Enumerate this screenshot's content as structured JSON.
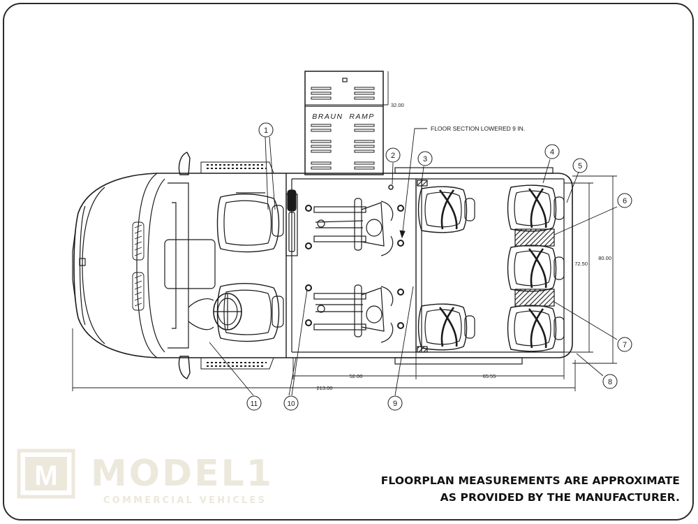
{
  "drawing": {
    "ramp_label": "BRAUN  RAMP",
    "floor_section_label": "FLOOR SECTION LOWERED 9 IN.",
    "dimensions": {
      "ramp_width": "32.00",
      "overall_length": "213.00",
      "lowered_section_length": "52.00",
      "rear_section_length": "65.55",
      "interior_width": "72.50",
      "overall_width": "80.00"
    },
    "callouts": [
      "1",
      "2",
      "3",
      "4",
      "5",
      "6",
      "7",
      "8",
      "9",
      "10",
      "11"
    ]
  },
  "notes": {
    "line1": "FLOORPLAN MEASUREMENTS ARE APPROXIMATE",
    "line2": "AS PROVIDED BY THE MANUFACTURER."
  },
  "logo": {
    "mark": "M",
    "name": "MODEL1",
    "tagline": "COMMERCIAL VEHICLES"
  }
}
